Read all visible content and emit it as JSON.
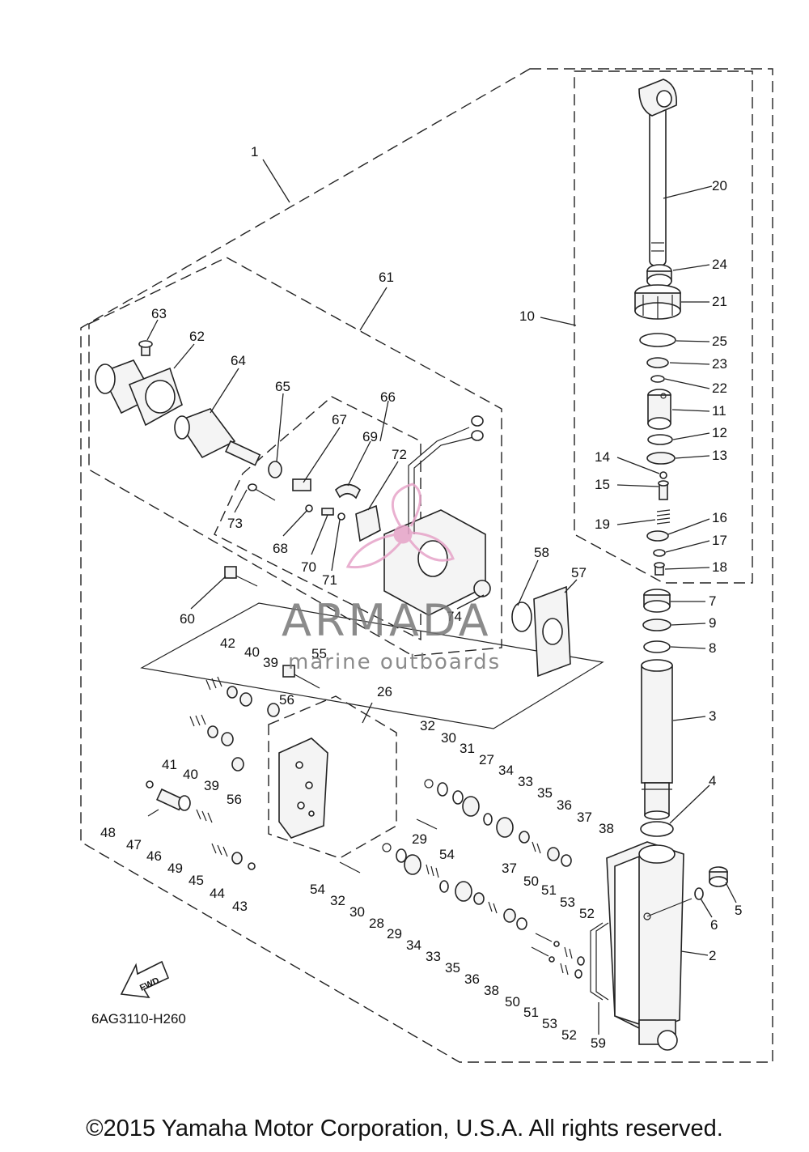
{
  "diagram_code": "6AG3110-H260",
  "fwd_label": "FWD",
  "watermark": {
    "brand": "ARMADA",
    "tagline": "marine outboards"
  },
  "copyright": "©2015 Yamaha Motor Corporation, U.S.A. All rights reserved.",
  "callouts": {
    "c1": "1",
    "c2": "2",
    "c3": "3",
    "c4": "4",
    "c5": "5",
    "c6": "6",
    "c7": "7",
    "c8": "8",
    "c9": "9",
    "c10": "10",
    "c11": "11",
    "c12": "12",
    "c13": "13",
    "c14": "14",
    "c15": "15",
    "c16": "16",
    "c17": "17",
    "c18": "18",
    "c19": "19",
    "c20": "20",
    "c21": "21",
    "c22": "22",
    "c23": "23",
    "c24": "24",
    "c25": "25",
    "c26": "26",
    "c27": "27",
    "c28": "28",
    "c29a": "29",
    "c29b": "29",
    "c30a": "30",
    "c30b": "30",
    "c31": "31",
    "c32a": "32",
    "c32b": "32",
    "c33a": "33",
    "c33b": "33",
    "c34a": "34",
    "c34b": "34",
    "c35a": "35",
    "c35b": "35",
    "c36a": "36",
    "c36b": "36",
    "c37a": "37",
    "c37b": "37",
    "c38a": "38",
    "c38b": "38",
    "c39a": "39",
    "c39b": "39",
    "c40a": "40",
    "c40b": "40",
    "c41": "41",
    "c42": "42",
    "c43": "43",
    "c44": "44",
    "c45": "45",
    "c46": "46",
    "c47": "47",
    "c48": "48",
    "c49": "49",
    "c50a": "50",
    "c50b": "50",
    "c51a": "51",
    "c51b": "51",
    "c52a": "52",
    "c52b": "52",
    "c53a": "53",
    "c53b": "53",
    "c54a": "54",
    "c54b": "54",
    "c55": "55",
    "c56a": "56",
    "c56b": "56",
    "c57": "57",
    "c58": "58",
    "c59": "59",
    "c60": "60",
    "c61": "61",
    "c62": "62",
    "c63": "63",
    "c64": "64",
    "c65": "65",
    "c66": "66",
    "c67": "67",
    "c68": "68",
    "c69": "69",
    "c70": "70",
    "c71": "71",
    "c72": "72",
    "c73": "73",
    "c74": "74"
  }
}
